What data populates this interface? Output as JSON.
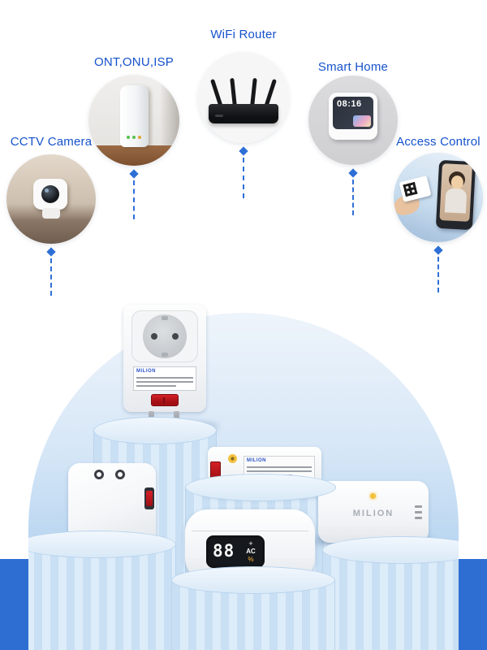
{
  "categories": [
    {
      "id": "cctv-camera",
      "label": "CCTV Camera"
    },
    {
      "id": "ont-onu-isp",
      "label": "ONT,ONU,ISP"
    },
    {
      "id": "wifi-router",
      "label": "WiFi Router"
    },
    {
      "id": "smart-home",
      "label": "Smart Home"
    },
    {
      "id": "access-control",
      "label": "Access Control"
    }
  ],
  "brand": "MILION",
  "smart_home_screen": {
    "time": "08:16"
  },
  "ups_display": {
    "digits": "88",
    "plus": "+",
    "ac_label": "AC",
    "percent": "%"
  },
  "colors": {
    "label_text": "#1552cc",
    "connector_blue": "#2e6fd6",
    "deep_blue": "#2e6ed2",
    "arch_light": "#eef4fb",
    "arch_deep": "#8db8e6",
    "pedestal_stripe_light": "#ddecf9",
    "pedestal_stripe_dark": "#c9dff3",
    "switch_red": "#b5121a",
    "indicator_yellow": "#f2c13d"
  }
}
